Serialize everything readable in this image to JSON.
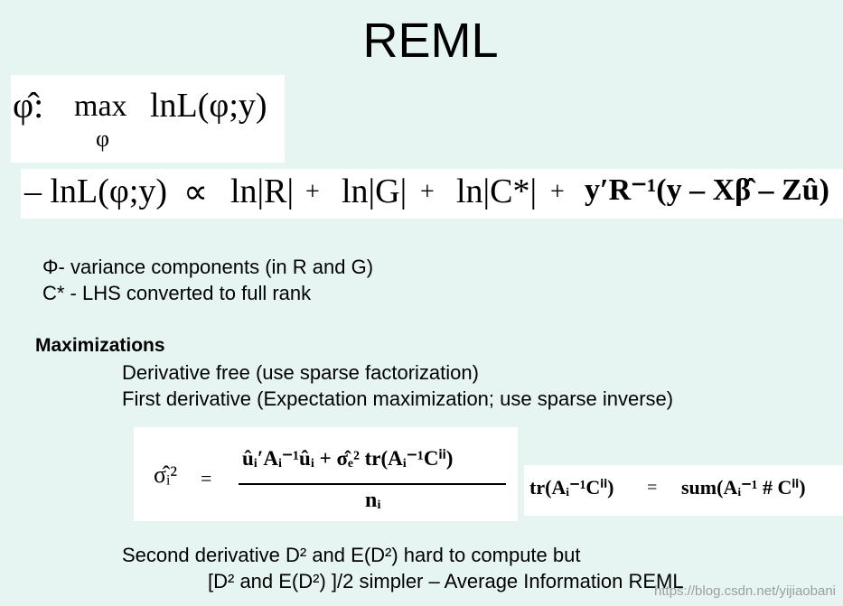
{
  "title": "REML",
  "eq1": {
    "phi_hat": "φ̂:",
    "max": "max",
    "objective": "lnL(φ;y)",
    "sub_phi": "φ"
  },
  "eq2": {
    "lhs": "– lnL(φ;y)",
    "prop": "∝",
    "t1": "ln|R|",
    "t2": "ln|G|",
    "t3": "ln|C*|",
    "t4": "y′R⁻¹(y – Xβ̂ – Zû)",
    "plus": "+"
  },
  "notes": [
    "Φ- variance components (in R and G)",
    "C* - LHS converted to full rank"
  ],
  "maximizations": {
    "heading": "Maximizations",
    "items": [
      "Derivative free (use sparse factorization)",
      "First derivative (Expectation maximization; use sparse inverse)"
    ]
  },
  "eq3": {
    "lhs": "σ̂ᵢ²",
    "equals": "=",
    "numerator": "ûᵢ′Aᵢ⁻¹ûᵢ + σ̂ₑ² tr(Aᵢ⁻¹Cⁱⁱ)",
    "denominator": "nᵢ"
  },
  "eq4": {
    "lhs": "tr(Aᵢ⁻¹Cⁱⁱ)",
    "equals": "=",
    "rhs": "sum(Aᵢ⁻¹ # Cⁱⁱ)"
  },
  "second": {
    "line1": "Second derivative  D² and E(D²) hard to compute but",
    "line2": "[D² and E(D²) ]/2 simpler – Average Information REML"
  },
  "watermark": "https://blog.csdn.net/yijiaobani"
}
